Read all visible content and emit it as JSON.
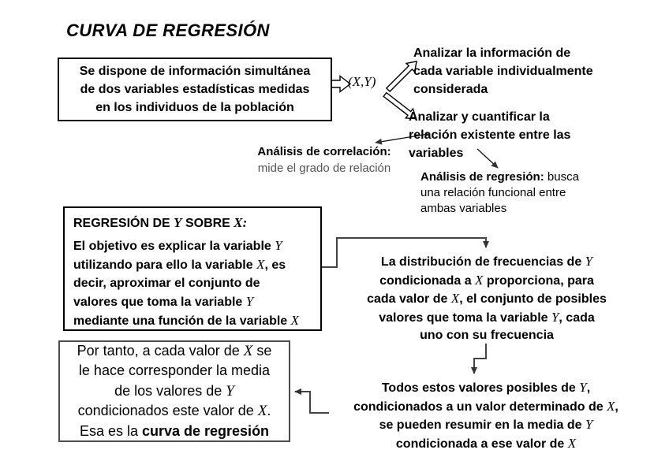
{
  "title": "CURVA DE REGRESIÓN",
  "intro_box": {
    "text": "Se dispone de información simultánea\nde dos variables estadísticas medidas\nen los individuos de la población"
  },
  "xy_label": "(X,Y)",
  "analyze_individual": {
    "text": "Analizar la información de\ncada variable individualmente\nconsiderada"
  },
  "analyze_relation": {
    "text": "Analizar y cuantificar la\nrelación existente entre las\nvariables"
  },
  "correlation": {
    "heading": "Análisis de correlación:",
    "body": "mide el grado de relación"
  },
  "regression_note": {
    "heading": "Análisis de regresión:",
    "body": " busca\nuna relación funcional entre\nambas variables"
  },
  "regression_box": {
    "heading": [
      {
        "t": "REGRESIÓN DE "
      },
      {
        "t": "Y",
        "m": true,
        "b": true
      },
      {
        "t": " SOBRE "
      },
      {
        "t": "X:",
        "m": true,
        "b": true
      }
    ],
    "body": [
      {
        "t": "El objetivo es explicar la variable "
      },
      {
        "t": "Y",
        "m": true
      },
      {
        "t": "\nutilizando para ello la variable "
      },
      {
        "t": "X",
        "m": true
      },
      {
        "t": ", es\ndecir, aproximar el conjunto de\nvalores que toma la variable "
      },
      {
        "t": "Y",
        "m": true
      },
      {
        "t": "\nmediante una función de la variable "
      },
      {
        "t": "X",
        "m": true
      }
    ]
  },
  "distribution_text": [
    {
      "t": "La distribución de frecuencias de "
    },
    {
      "t": "Y",
      "m": true
    },
    {
      "t": "\ncondicionada a "
    },
    {
      "t": "X",
      "m": true
    },
    {
      "t": " proporciona, para\ncada valor de "
    },
    {
      "t": "X",
      "m": true
    },
    {
      "t": ", el conjunto de posibles\nvalores que toma la variable "
    },
    {
      "t": "Y",
      "m": true
    },
    {
      "t": ", cada\nuno con su frecuencia"
    }
  ],
  "summary_text": [
    {
      "t": "Todos estos valores posibles de "
    },
    {
      "t": "Y",
      "m": true
    },
    {
      "t": ",\ncondicionados a un valor determinado de "
    },
    {
      "t": "X",
      "m": true
    },
    {
      "t": ",\nse pueden resumir en la media de "
    },
    {
      "t": "Y",
      "m": true
    },
    {
      "t": "\ncondicionada a ese valor de "
    },
    {
      "t": "X",
      "m": true
    }
  ],
  "conclusion_box": [
    {
      "t": "Por tanto, a cada valor de "
    },
    {
      "t": "X",
      "m": true
    },
    {
      "t": " se\nle hace corresponder la media\nde los valores de "
    },
    {
      "t": "Y",
      "m": true
    },
    {
      "t": "\ncondicionados este valor de "
    },
    {
      "t": "X",
      "m": true
    },
    {
      "t": ".\nEsa es la "
    },
    {
      "t": "curva de regresión",
      "b": true
    }
  ],
  "colors": {
    "background": "#ffffff",
    "text": "#000000",
    "muted_text": "#555555",
    "connector": "#444444",
    "box_border": "#000000"
  }
}
